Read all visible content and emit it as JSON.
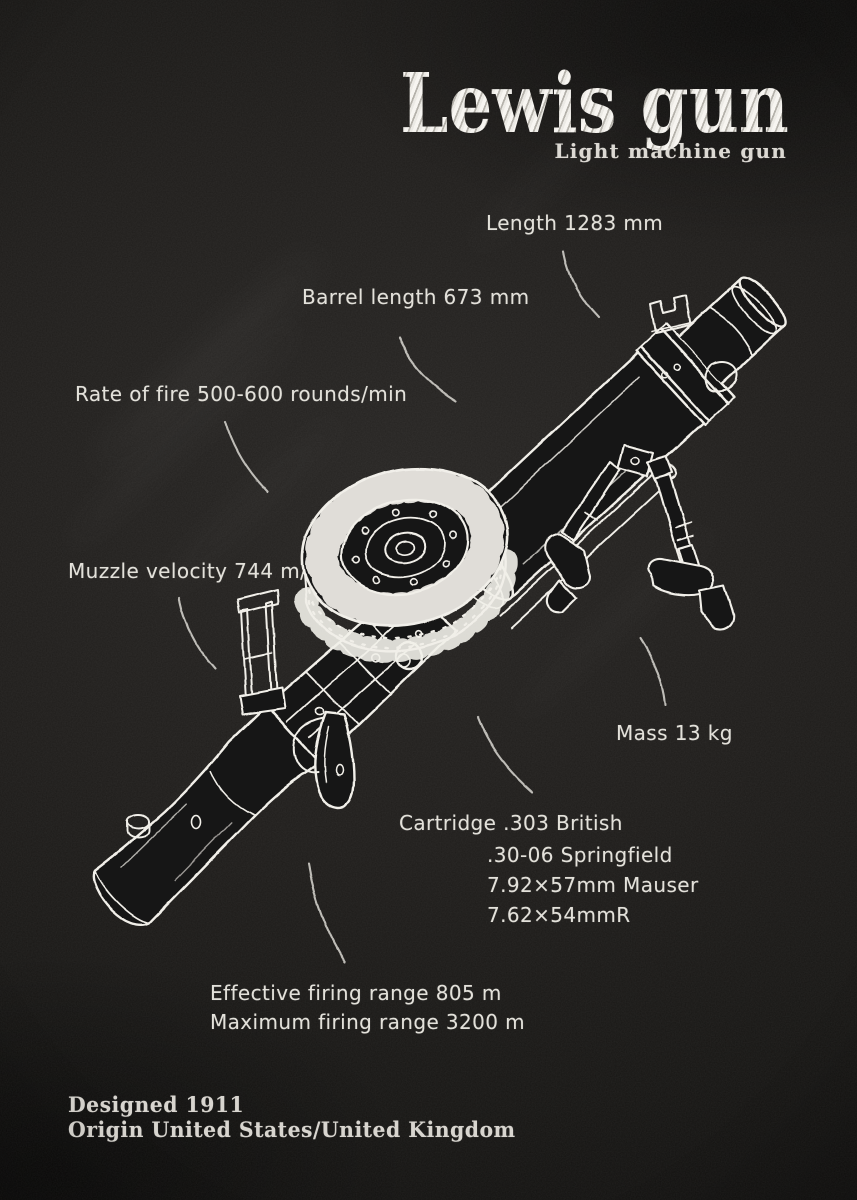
{
  "poster": {
    "colors": {
      "background": "#1c1b19",
      "chalk": "#f1efe9"
    },
    "header": {
      "title": "Lewis gun",
      "subtitle": "Light machine gun"
    },
    "specs": {
      "length": "Length 1283 mm",
      "barrel_length": "Barrel length 673 mm",
      "rate_of_fire": "Rate of fire 500-600 rounds/min",
      "muzzle_velocity": "Muzzle velocity 744 m/s",
      "mass": "Mass 13 kg",
      "effective_range": "Effective firing range 805 m",
      "maximum_range": "Maximum firing range 3200 m"
    },
    "cartridge": {
      "lines": [
        "Cartridge .303 British",
        ".30-06 Springfield",
        "7.92×57mm Mauser",
        "7.62×54mmR"
      ]
    },
    "footer": {
      "designed": "Designed 1911",
      "origin": "Origin United States/United Kingdom"
    }
  }
}
